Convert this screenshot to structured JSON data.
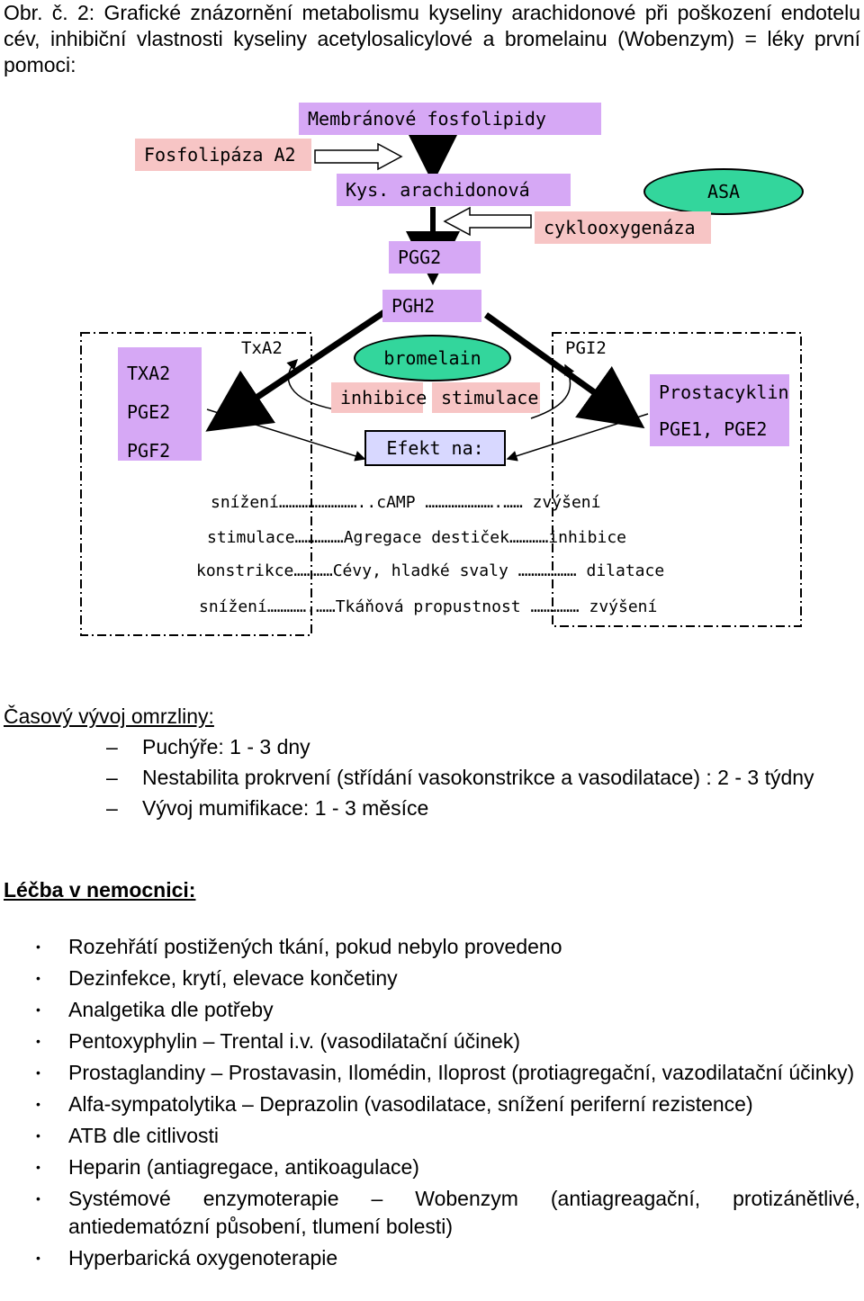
{
  "caption": "Obr. č. 2: Grafické znázornění metabolismu kyseliny arachidonové při poškození endotelu cév, inhibiční vlastnosti kyseliny acetylosalicylové a bromelainu (Wobenzym) = léky první pomoci:",
  "diagram": {
    "membrane": "Membránové fosfolipidy",
    "phospholipase": "Fosfolipáza A2",
    "arachidonic": "Kys. arachidonová",
    "asa": "ASA",
    "cox": "cyklooxygenáza",
    "pgg2": "PGG2",
    "pgh2": "PGH2",
    "left_box": [
      "TXA2",
      "PGE2",
      "PGF2"
    ],
    "txa2": "TxA2",
    "bromelain": "bromelain",
    "inhibice": "inhibice",
    "stimulace": "stimulace",
    "pgi2": "PGI2",
    "right_box": [
      "Prostacyklin",
      "PGE1, PGE2"
    ],
    "efekt": "Efekt na:",
    "rows": [
      "snížení……………………..cAMP ………………….…… zvýšení",
      "stimulace……………Agregace destiček…………inhibice",
      "konstrikce…………Cévy, hladké svaly ……………… dilatace",
      "snížení………….……Tkáňová propustnost …………… zvýšení"
    ]
  },
  "timeline": {
    "heading": "Časový vývoj omrzliny:",
    "items": [
      "Puchýře: 1 - 3 dny",
      "Nestabilita prokrvení (střídání vasokonstrikce a vasodilatace) : 2 - 3 týdny",
      "Vývoj mumifikace: 1 - 3 měsíce"
    ]
  },
  "treatment": {
    "heading": "Léčba v nemocnici:",
    "items": [
      "Rozehřátí postižených tkání, pokud nebylo provedeno",
      "Dezinfekce, krytí, elevace končetiny",
      "Analgetika dle potřeby",
      "Pentoxyphylin – Trental i.v. (vasodilatační účinek)",
      "Prostaglandiny – Prostavasin, Ilomédin, Iloprost (protiagregační, vazodilatační účinky)",
      "Alfa-sympatolytika – Deprazolin (vasodilatace, snížení periferní rezistence)",
      "ATB dle citlivosti",
      "Heparin  (antiagregace, antikoagulace)",
      "Systémové enzymoterapie – Wobenzym (antiagreagační, protizánětlivé, antiedematózní působení, tlumení bolesti)",
      "Hyperbarická oxygenoterapie"
    ]
  }
}
